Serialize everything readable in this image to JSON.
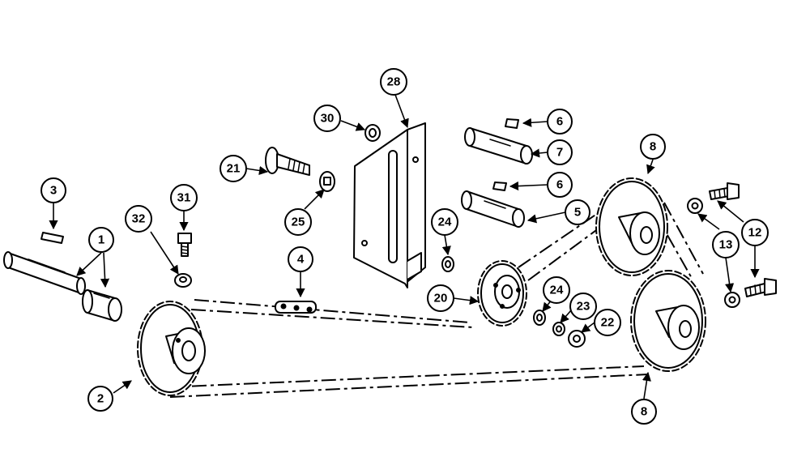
{
  "callouts": {
    "c1": "1",
    "c2": "2",
    "c3": "3",
    "c4": "4",
    "c5": "5",
    "c6a": "6",
    "c6b": "6",
    "c7": "7",
    "c8a": "8",
    "c8b": "8",
    "c12": "12",
    "c13": "13",
    "c20": "20",
    "c21": "21",
    "c22": "22",
    "c23": "23",
    "c24a": "24",
    "c24b": "24",
    "c25": "25",
    "c28": "28",
    "c30": "30",
    "c31": "31",
    "c32": "32"
  }
}
